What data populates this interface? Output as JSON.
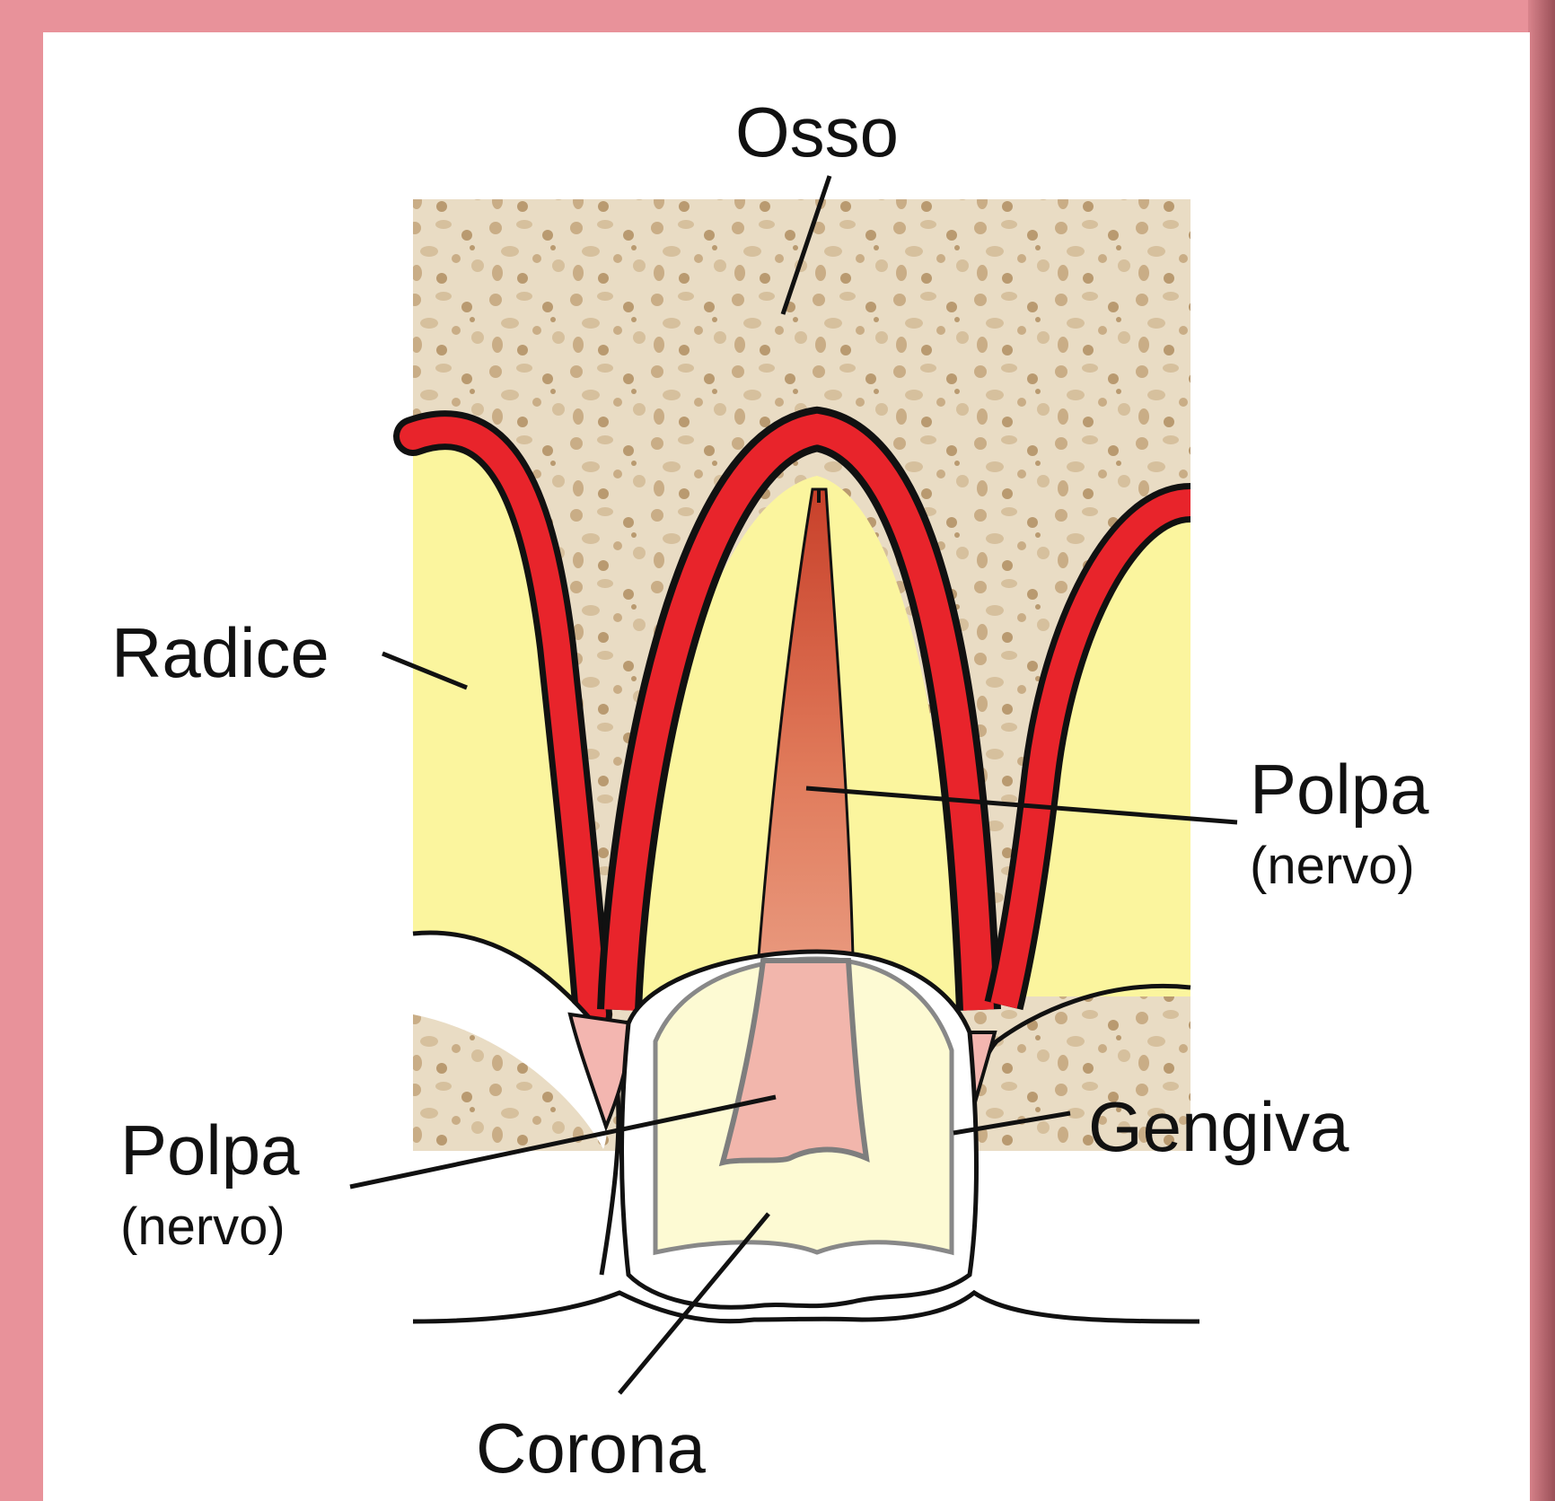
{
  "labels": {
    "osso": "Osso",
    "radice": "Radice",
    "polpa_right": "Polpa",
    "nervo_right": "(nervo)",
    "polpa_left": "Polpa",
    "nervo_left": "(nervo)",
    "gengiva": "Gengiva",
    "corona": "Corona"
  },
  "colors": {
    "frame": "#e8929a",
    "bone": "#e9dcc4",
    "bone_spot": "#c9ad86",
    "root": "#fbf59e",
    "ligament": "#e8242b",
    "pulp": "#d8603e",
    "gum": "#f3b6b0",
    "crown": "#fdfbe0",
    "outline": "#111111"
  }
}
